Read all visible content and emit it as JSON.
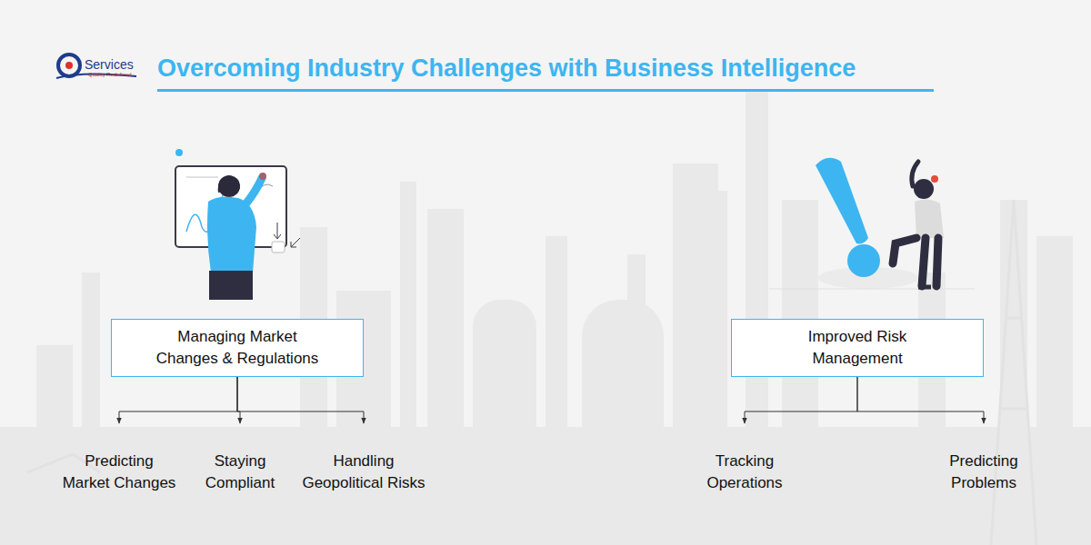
{
  "diagram": {
    "title": "Overcoming Industry Challenges with Business Intelligence",
    "nodes": [
      {
        "text": [
          "Managing Market Changes & Regulations"
        ]
      },
      {
        "text": [
          "Improved Risk Management"
        ]
      },
      {
        "text": [
          "Predicting Market Changes"
        ]
      },
      {
        "text": [
          "Staying Compliant"
        ]
      },
      {
        "text": [
          "Handling Geopolitical Risks"
        ]
      },
      {
        "text": [
          "Tracking Operations"
        ]
      },
      {
        "text": [
          "Predicting Problems"
        ]
      }
    ],
    "edges": [
      {
        "from": 0,
        "to": 2,
        "arrow": "to"
      },
      {
        "from": 0,
        "to": 3,
        "arrow": "to"
      },
      {
        "from": 0,
        "to": 4,
        "arrow": "to"
      },
      {
        "from": 1,
        "to": 5,
        "arrow": "to"
      },
      {
        "from": 1,
        "to": 6,
        "arrow": "to"
      }
    ],
    "labels": [
      "Services",
      "Quality Redefined"
    ]
  }
}
